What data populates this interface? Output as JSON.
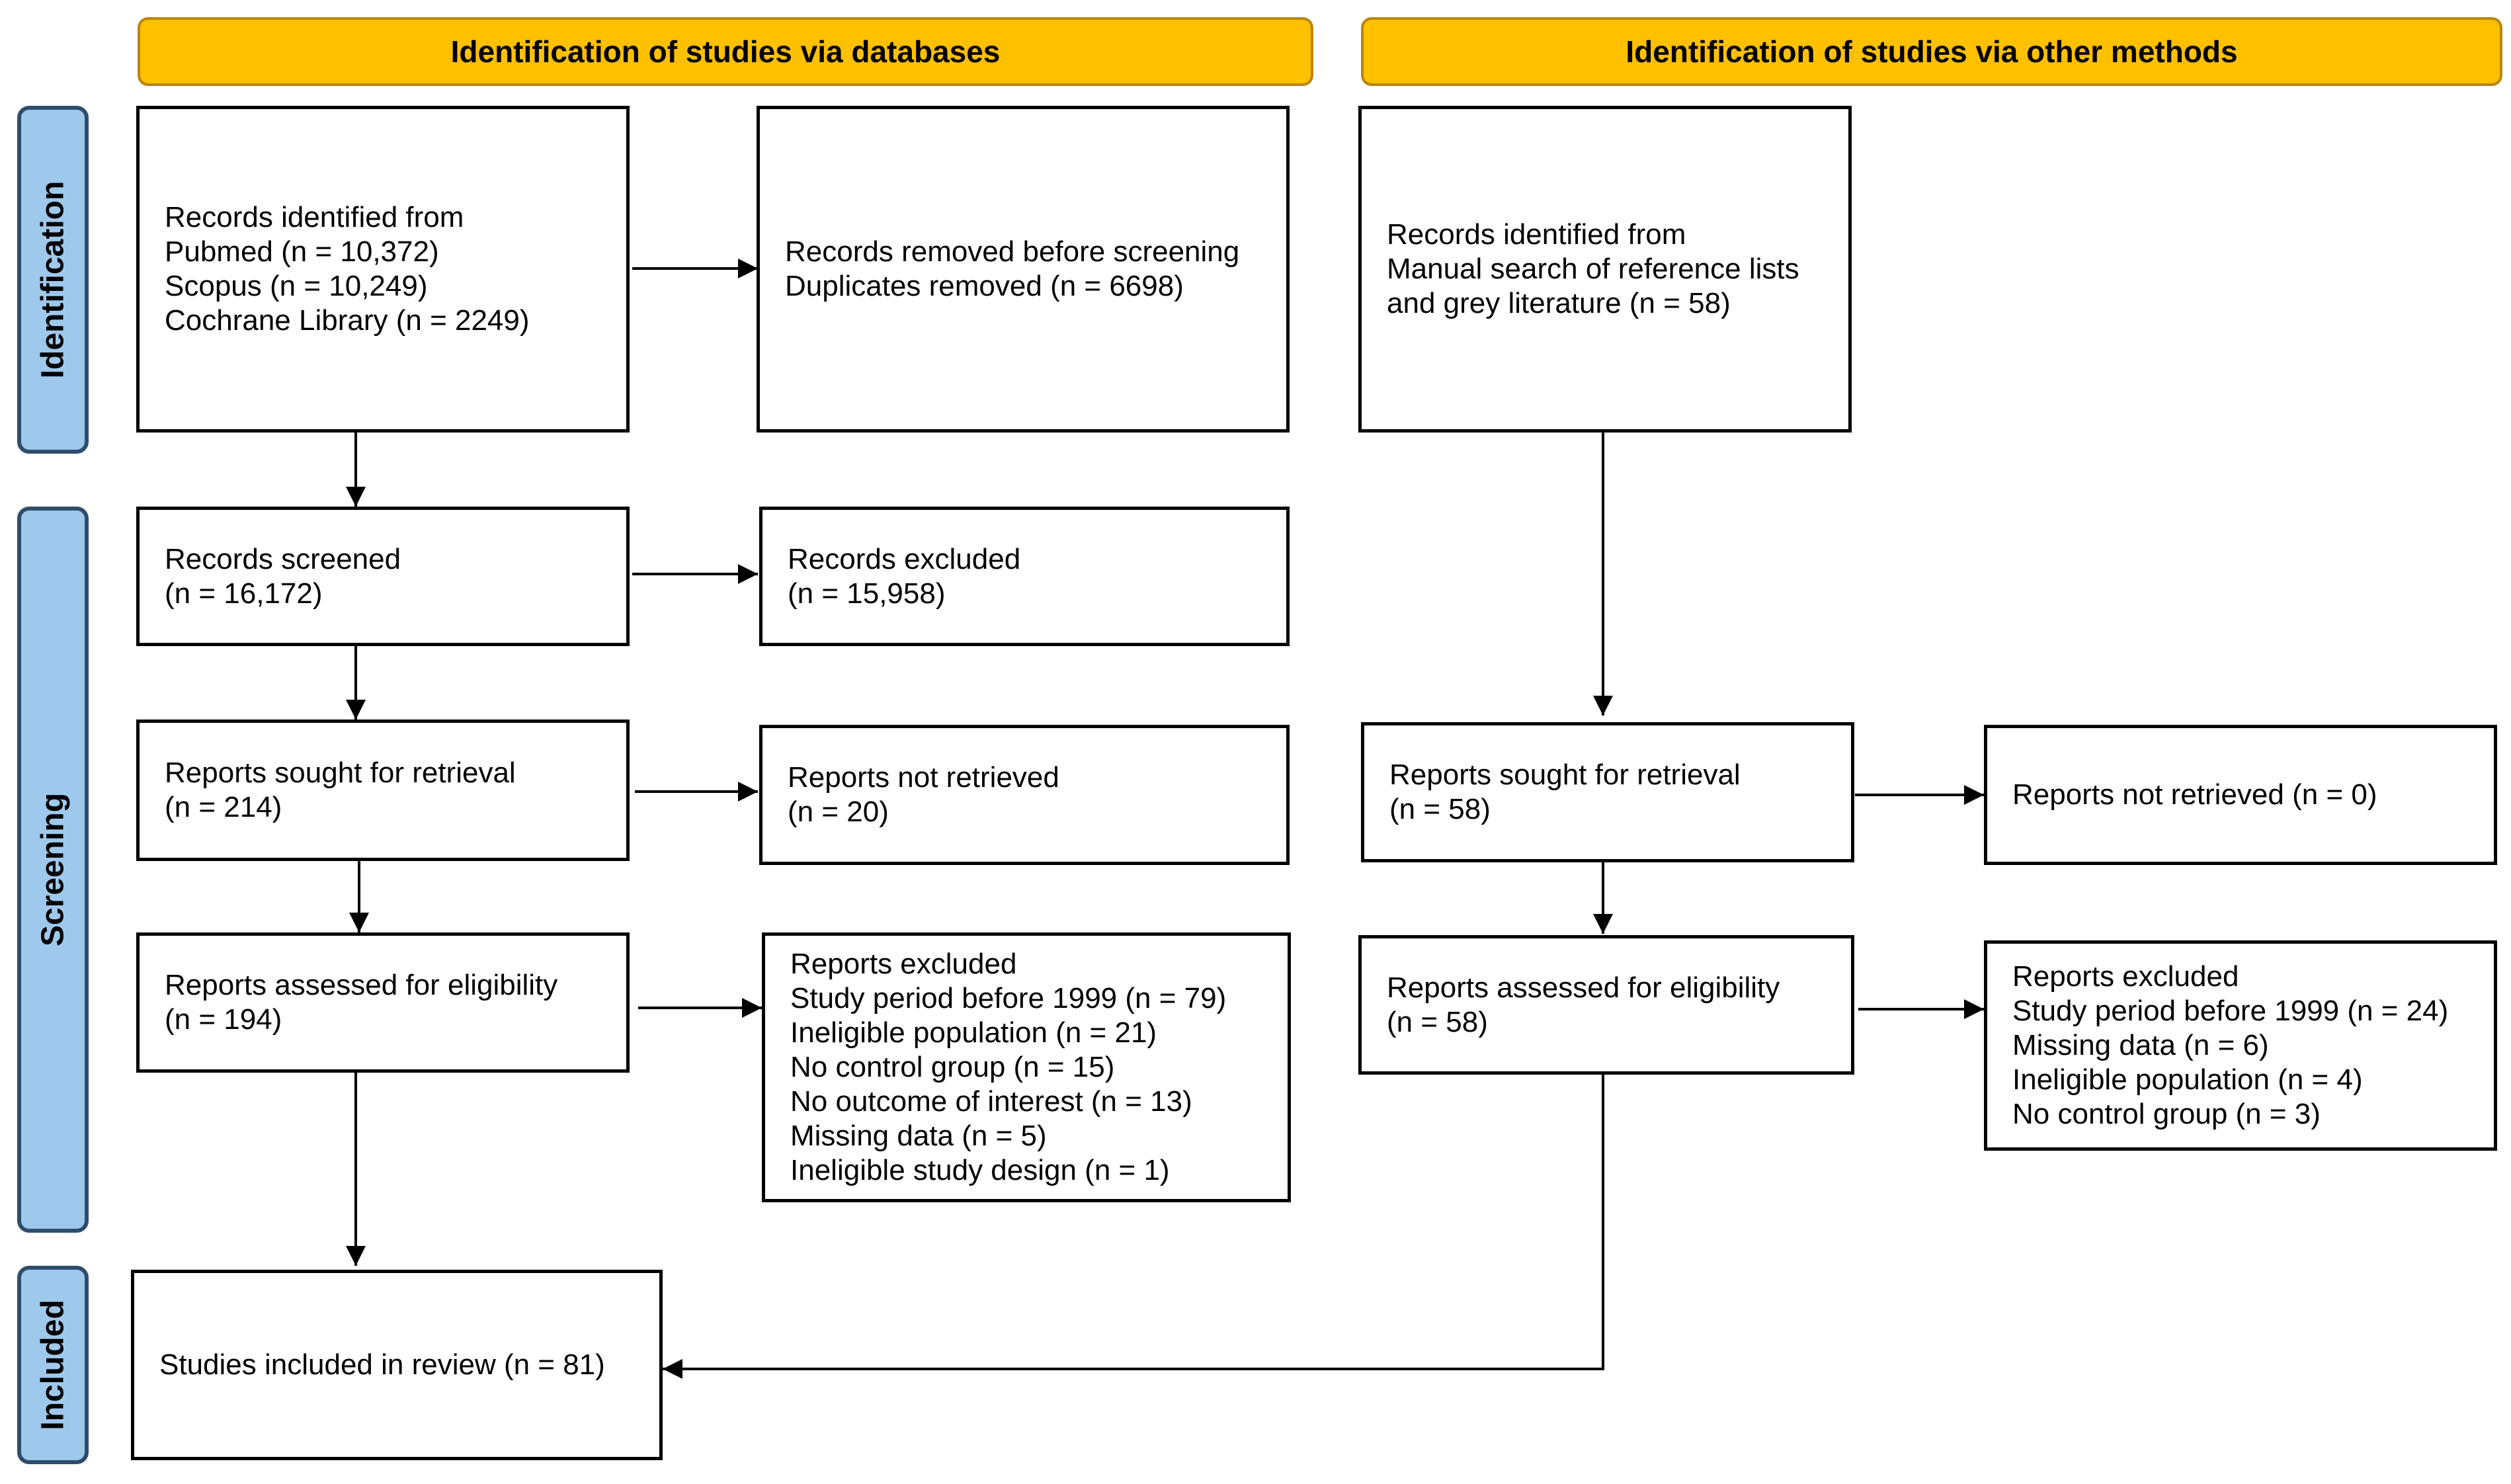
{
  "headers": {
    "databases": "Identification of studies via databases",
    "other": "Identification of studies via other methods"
  },
  "phases": {
    "identification": "Identification",
    "screening": "Screening",
    "included": "Included"
  },
  "db": {
    "identified": [
      "Records identified from",
      "Pubmed (n = 10,372)",
      "Scopus (n = 10,249)",
      "Cochrane Library (n = 2249)"
    ],
    "removed": [
      "Records removed before screening",
      "Duplicates removed  (n = 6698)"
    ],
    "screened": [
      "Records screened",
      "(n = 16,172)"
    ],
    "excluded": [
      "Records excluded",
      "(n = 15,958)"
    ],
    "sought": [
      "Reports sought for retrieval",
      "(n = 214)"
    ],
    "not_retrieved": [
      "Reports not retrieved",
      "(n = 20)"
    ],
    "assessed": [
      "Reports assessed for eligibility",
      "(n = 194)"
    ],
    "reports_excluded": [
      "Reports excluded",
      "Study period before 1999 (n = 79)",
      "Ineligible population (n = 21)",
      "No control group (n = 15)",
      "No outcome of interest (n = 13)",
      "Missing data (n = 5)",
      "Ineligible study design (n = 1)"
    ],
    "included": [
      "Studies included in review (n = 81)"
    ]
  },
  "other": {
    "identified": [
      "Records identified from",
      "Manual search of reference lists",
      "and grey literature (n = 58)"
    ],
    "sought": [
      "Reports sought for retrieval",
      "(n = 58)"
    ],
    "not_retrieved": [
      "Reports not retrieved (n = 0)"
    ],
    "assessed": [
      "Reports assessed for eligibility",
      "(n = 58)"
    ],
    "reports_excluded": [
      "Reports excluded",
      "Study period before 1999 (n = 24)",
      "Missing data (n = 6)",
      "Ineligible population (n = 4)",
      "No control group (n = 3)"
    ]
  },
  "colors": {
    "header_fill": "#ffc000",
    "phase_fill": "#9ec8ec",
    "line": "#000000"
  }
}
